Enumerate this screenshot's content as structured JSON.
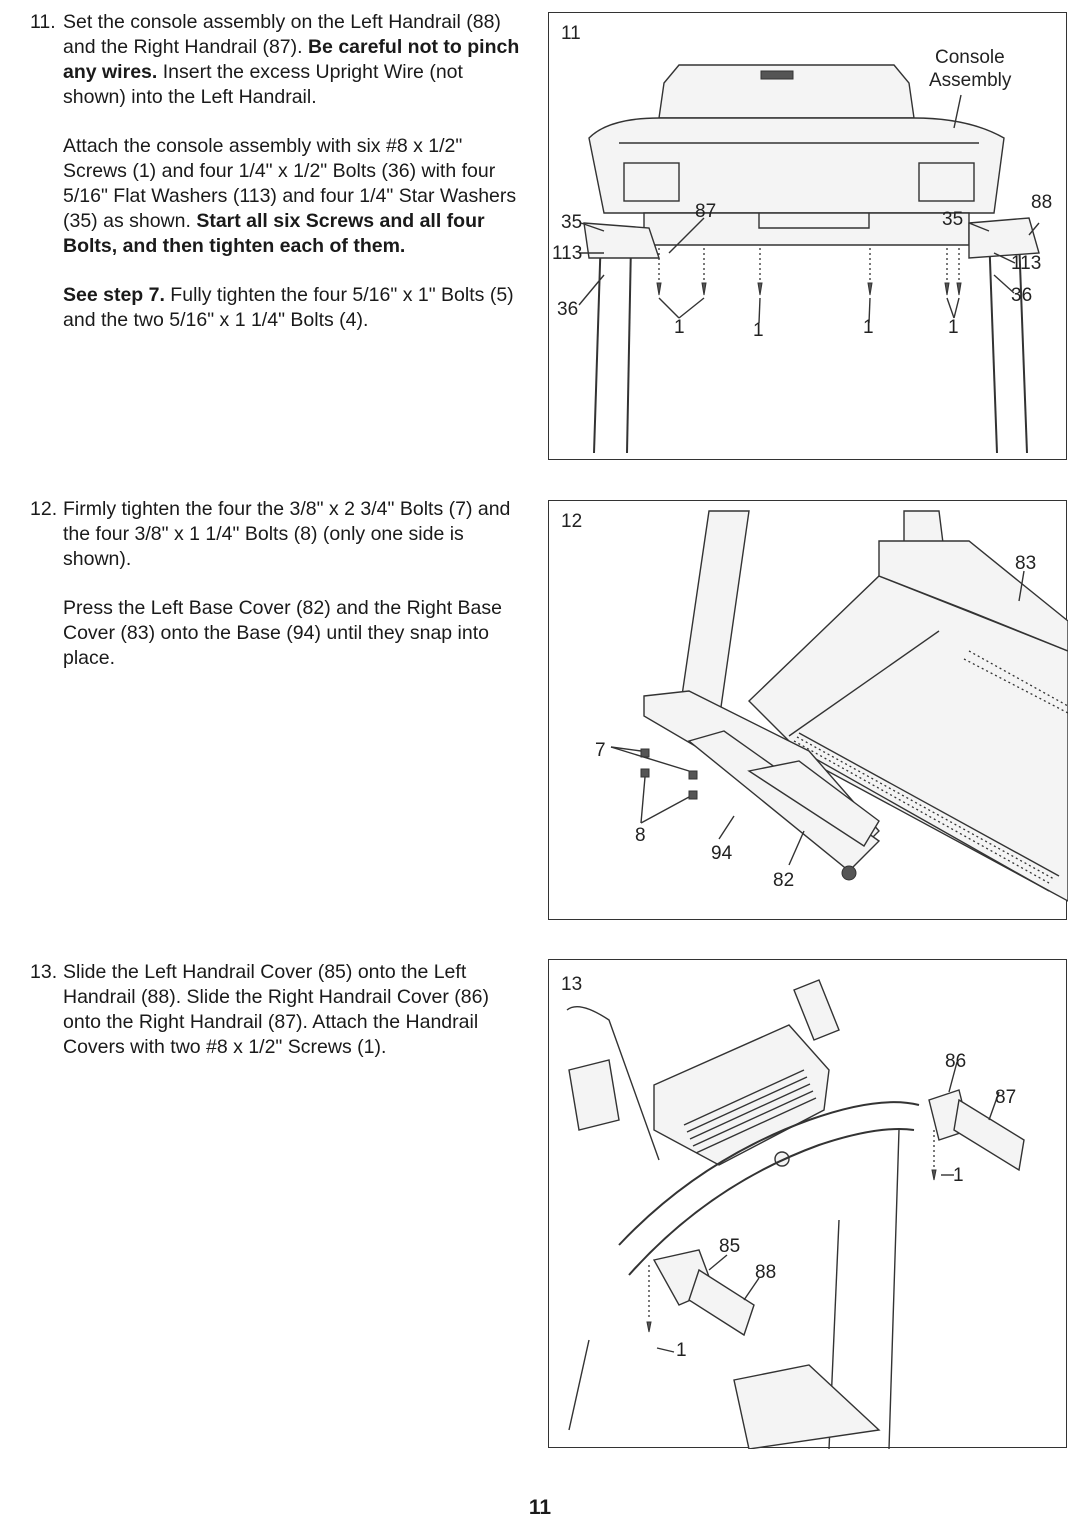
{
  "steps": [
    {
      "number": "11.",
      "p1": {
        "a": "Set the console assembly on the Left Handrail (88) and the Right Handrail (87). ",
        "b": "Be careful not to pinch any wires.",
        "c": " Insert the excess Upright Wire (not shown) into the Left Handrail."
      },
      "p2": {
        "a": "Attach the console assembly with six #8 x 1/2\" Screws (1) and four 1/4\" x 1/2\" Bolts (36) with four 5/16\" Flat Washers (113) and four 1/4\" Star Washers (35) as shown. ",
        "b": "Start all six Screws and all four Bolts, and then tighten each of them."
      },
      "p3": {
        "a": "See step 7.",
        "b": " Fully tighten the four 5/16\" x 1\" Bolts (5) and the two 5/16\" x 1 1/4\" Bolts (4)."
      },
      "figure": {
        "step_label": "11",
        "console_label_1": "Console",
        "console_label_2": "Assembly",
        "labels": [
          "88",
          "87",
          "35",
          "35",
          "113",
          "113",
          "36",
          "36",
          "1",
          "1",
          "1",
          "1"
        ]
      }
    },
    {
      "number": "12.",
      "p1": "Firmly tighten the four the 3/8\" x 2 3/4\" Bolts (7) and the four 3/8\" x 1 1/4\" Bolts (8) (only one side is shown).",
      "p2": "Press the Left Base Cover (82) and the Right Base Cover (83) onto the Base (94) until they snap into place.",
      "figure": {
        "step_label": "12",
        "labels": [
          "83",
          "7",
          "8",
          "94",
          "82"
        ]
      }
    },
    {
      "number": "13.",
      "p1": "Slide the Left Handrail Cover (85) onto the Left Handrail (88). Slide the Right Handrail Cover (86) onto the Right Handrail (87). Attach the Handrail Covers with two #8 x 1/2\" Screws (1).",
      "figure": {
        "step_label": "13",
        "labels": [
          "86",
          "87",
          "1",
          "85",
          "88",
          "1"
        ]
      }
    }
  ],
  "page_number": "11"
}
